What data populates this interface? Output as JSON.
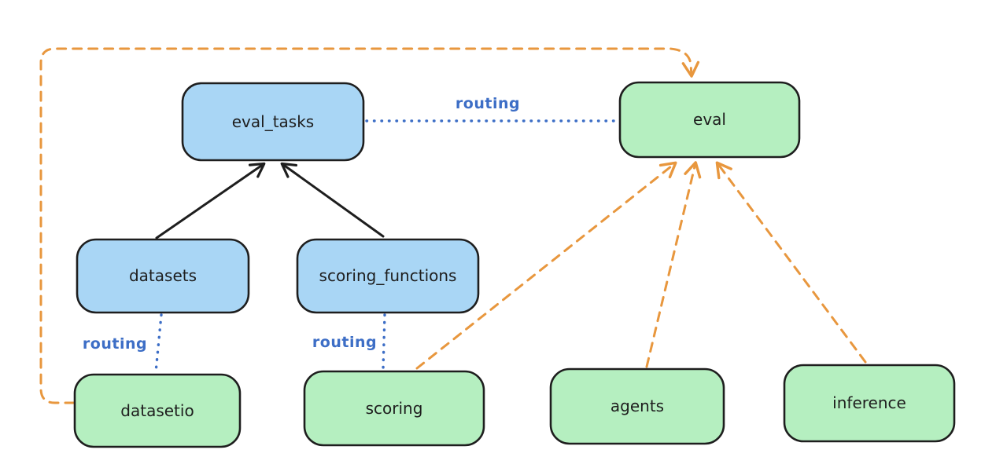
{
  "diagram": {
    "colors": {
      "background": "#ffffff",
      "node_border": "#1e1e1e",
      "node_text": "#1e1e1e",
      "blue_fill": "#a9d6f5",
      "green_fill": "#b5efc0",
      "arrow_black": "#1e1e1e",
      "arrow_orange": "#e8973e",
      "routing_blue": "#3d6ec6"
    },
    "nodes": {
      "eval_tasks": {
        "label": "eval_tasks",
        "color": "blue"
      },
      "eval": {
        "label": "eval",
        "color": "green"
      },
      "datasets": {
        "label": "datasets",
        "color": "blue"
      },
      "scoring_functions": {
        "label": "scoring_functions",
        "color": "blue"
      },
      "datasetio": {
        "label": "datasetio",
        "color": "green"
      },
      "scoring": {
        "label": "scoring",
        "color": "green"
      },
      "agents": {
        "label": "agents",
        "color": "green"
      },
      "inference": {
        "label": "inference",
        "color": "green"
      }
    },
    "edge_labels": {
      "eval_tasks_to_eval": "routing",
      "datasets_to_datasetio": "routing",
      "scoring_functions_to_scoring": "routing"
    },
    "connections": [
      {
        "from": "datasets",
        "to": "eval_tasks",
        "style": "solid-black-arrow"
      },
      {
        "from": "scoring_functions",
        "to": "eval_tasks",
        "style": "solid-black-arrow"
      },
      {
        "from": "eval_tasks",
        "to": "eval",
        "style": "dotted-blue-line",
        "label": "routing"
      },
      {
        "from": "datasets",
        "to": "datasetio",
        "style": "dotted-blue-line",
        "label": "routing"
      },
      {
        "from": "scoring_functions",
        "to": "scoring",
        "style": "dotted-blue-line",
        "label": "routing"
      },
      {
        "from": "datasetio",
        "to": "eval",
        "style": "dashed-orange-arrow"
      },
      {
        "from": "scoring",
        "to": "eval",
        "style": "dashed-orange-arrow"
      },
      {
        "from": "agents",
        "to": "eval",
        "style": "dashed-orange-arrow"
      },
      {
        "from": "inference",
        "to": "eval",
        "style": "dashed-orange-arrow"
      }
    ]
  }
}
